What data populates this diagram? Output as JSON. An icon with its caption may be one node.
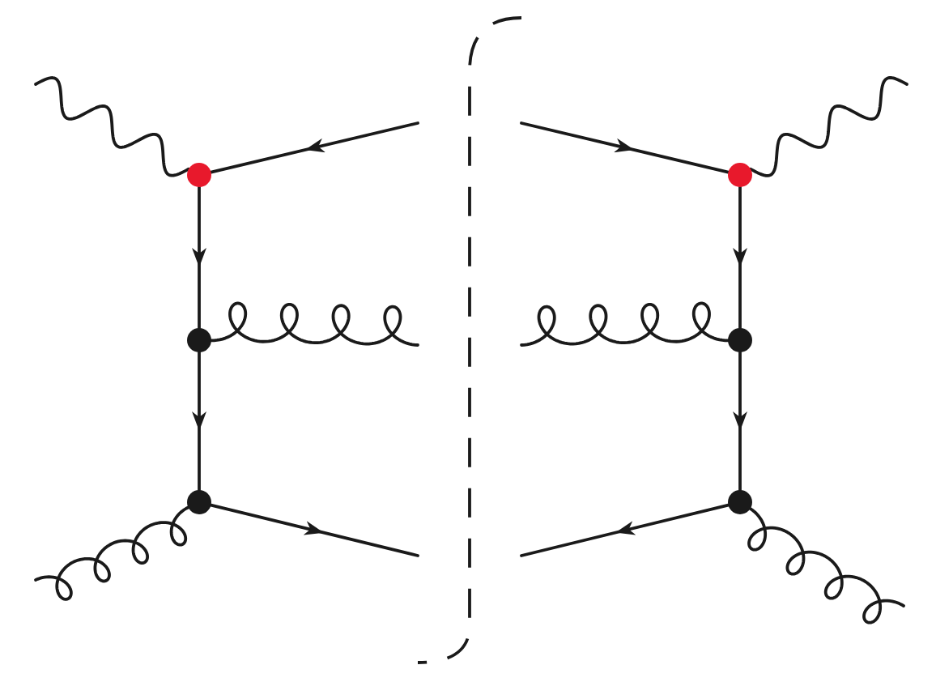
{
  "diagram": {
    "nodes": [
      {
        "text": [],
        "shape": "circle"
      },
      {
        "text": [],
        "shape": "circle"
      },
      {
        "text": [],
        "shape": "circle"
      },
      {
        "text": [],
        "shape": "circle"
      },
      {
        "text": [],
        "shape": "circle"
      },
      {
        "text": [],
        "shape": "circle"
      }
    ],
    "edges": [
      {
        "from": null,
        "to": 0,
        "arrow": "none"
      },
      {
        "from": null,
        "to": 0,
        "arrow": "to"
      },
      {
        "from": 0,
        "to": 2,
        "arrow": "to"
      },
      {
        "from": 2,
        "to": null,
        "arrow": "none"
      },
      {
        "from": 2,
        "to": 4,
        "arrow": "to"
      },
      {
        "from": null,
        "to": 4,
        "arrow": "none"
      },
      {
        "from": 4,
        "to": null,
        "arrow": "to"
      },
      {
        "from": 1,
        "to": null,
        "arrow": "none"
      },
      {
        "from": null,
        "to": 1,
        "arrow": "to"
      },
      {
        "from": 1,
        "to": 3,
        "arrow": "to"
      },
      {
        "from": null,
        "to": 3,
        "arrow": "none"
      },
      {
        "from": 3,
        "to": 5,
        "arrow": "to"
      },
      {
        "from": 5,
        "to": null,
        "arrow": "none"
      },
      {
        "from": 5,
        "to": null,
        "arrow": "to"
      }
    ]
  }
}
